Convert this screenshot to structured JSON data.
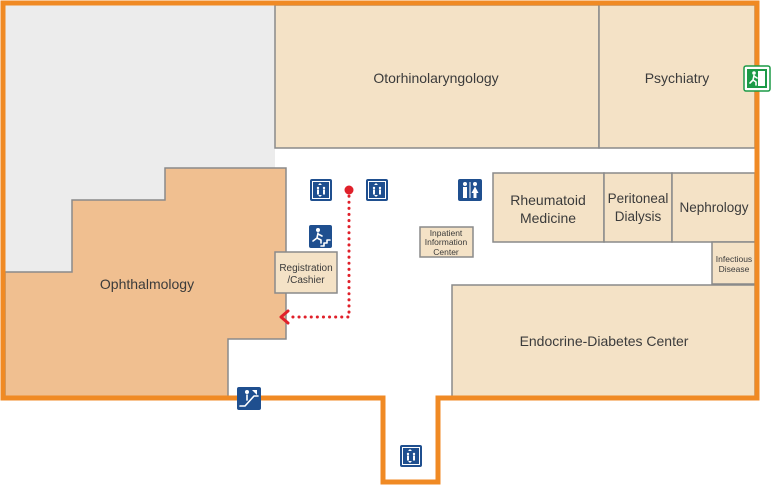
{
  "floor": {
    "colors": {
      "outline": "#f08a24",
      "room_fill": "#f4e2c6",
      "room_border": "#8a8a8a",
      "highlight_room_fill": "#f0bf90",
      "unavailable_area": "#ececec",
      "route": "#e0202a",
      "icon_blue": "#1f4f8f",
      "exit_green": "#1c9a47"
    },
    "rooms": {
      "otorhinolaryngology": "Otorhinolaryngology",
      "psychiatry": "Psychiatry",
      "ophthalmology": "Ophthalmology",
      "rheumatoid_line1": "Rheumatoid",
      "rheumatoid_line2": "Medicine",
      "peritoneal_line1": "Peritoneal",
      "peritoneal_line2": "Dialysis",
      "nephrology": "Nephrology",
      "infectious_line1": "Infectious",
      "infectious_line2": "Disease",
      "registration_line1": "Registration",
      "registration_line2": "/Cashier",
      "info_line1": "Inpatient",
      "info_line2": "Information",
      "info_line3": "Center",
      "endocrine": "Endocrine-Diabetes Center"
    },
    "icons": {
      "elevator": "elevator-icon",
      "restroom": "restroom-icon",
      "stairs": "stairs-icon",
      "escalator": "escalator-icon",
      "emergency_exit": "emergency-exit-icon",
      "route_start": "route-start-dot",
      "route_arrow": "chevron-left-icon"
    }
  }
}
